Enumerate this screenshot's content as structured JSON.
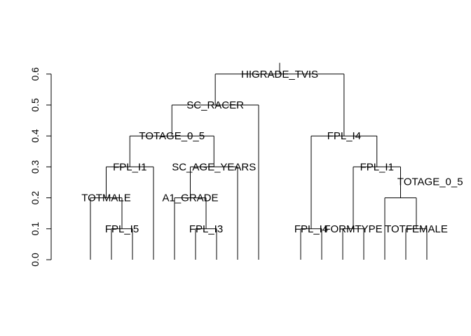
{
  "chart_data": {
    "type": "dendrogram",
    "ylim": [
      0,
      0.6
    ],
    "yticks": [
      "0.0",
      "0.1",
      "0.2",
      "0.3",
      "0.4",
      "0.5",
      "0.6"
    ],
    "grid": false,
    "leaves": 16,
    "merges": [
      {
        "id": "m1",
        "left": "L2",
        "right": "L3",
        "height": 0.1
      },
      {
        "id": "m2",
        "left": "L1",
        "right": "m1",
        "height": 0.2
      },
      {
        "id": "m3",
        "left": "m2",
        "right": "L4",
        "height": 0.3
      },
      {
        "id": "m4",
        "left": "L6",
        "right": "L7",
        "height": 0.1
      },
      {
        "id": "m5",
        "left": "L5",
        "right": "m4",
        "height": 0.2
      },
      {
        "id": "m6",
        "left": "m5",
        "right": "L8",
        "height": 0.3
      },
      {
        "id": "m7",
        "left": "m3",
        "right": "m6",
        "height": 0.4
      },
      {
        "id": "m8",
        "left": "m7",
        "right": "L9",
        "height": 0.5
      },
      {
        "id": "m9",
        "left": "L10",
        "right": "L11",
        "height": 0.1
      },
      {
        "id": "m10",
        "left": "L12",
        "right": "L13",
        "height": 0.1
      },
      {
        "id": "m11",
        "left": "L15",
        "right": "L16",
        "height": 0.1
      },
      {
        "id": "m12",
        "left": "L14",
        "right": "m11",
        "height": 0.2
      },
      {
        "id": "m13",
        "left": "m10",
        "right": "m12",
        "height": 0.3
      },
      {
        "id": "m14",
        "left": "m9",
        "right": "m13",
        "height": 0.4
      },
      {
        "id": "m15",
        "left": "m8",
        "right": "m14",
        "height": 0.6
      }
    ],
    "node_labels": [
      {
        "node": "m15",
        "text": "HIGRADE_TVIS"
      },
      {
        "node": "m8",
        "text": "SC_RACER"
      },
      {
        "node": "m7",
        "text": "TOTAGE_0_5"
      },
      {
        "node": "m3",
        "text": "FPL_I1"
      },
      {
        "node": "m6",
        "text": "SC_AGE_YEARS"
      },
      {
        "node": "m2",
        "text": "TOTMALE"
      },
      {
        "node": "m5",
        "text": "A1_GRADE"
      },
      {
        "node": "m1",
        "text": "FPL_I5"
      },
      {
        "node": "m4",
        "text": "FPL_I3"
      },
      {
        "node": "m14",
        "text": "FPL_I4"
      },
      {
        "node": "m13",
        "text": "FPL_I1"
      },
      {
        "node": "m9",
        "text": "FPL_I4"
      },
      {
        "node": "m13",
        "text": "TOTAGE_0_5",
        "offset": "right"
      },
      {
        "node": "m10",
        "text": "FORMTYPE"
      },
      {
        "node": "m11",
        "text": "TOTFEMALE"
      }
    ]
  }
}
